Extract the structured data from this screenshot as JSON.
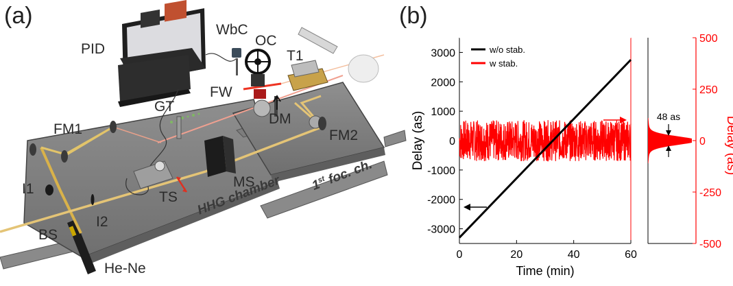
{
  "panel_a": {
    "letter": "(a)",
    "labels": {
      "pid": "PID",
      "wbc": "WbC",
      "oc": "OC",
      "t1": "T1",
      "fw": "FW",
      "gt": "GT",
      "dm": "DM",
      "fm1": "FM1",
      "fm2": "FM2",
      "ms": "MS",
      "i1": "I1",
      "i2": "I2",
      "ts": "TS",
      "bs": "BS",
      "hene": "He-Ne",
      "hhg": "HHG chamber",
      "foc_pre": "1",
      "foc_sup": "st",
      "foc_post": " foc. ch."
    }
  },
  "panel_b": {
    "letter": "(b)",
    "annotation": "48 as"
  },
  "chart_data": {
    "type": "line",
    "xlabel": "Time (min)",
    "ylabel_left": "Delay (as)",
    "ylabel_right": "Delay (as)",
    "xlim": [
      0,
      60
    ],
    "xticks": [
      "0",
      "20",
      "40",
      "60"
    ],
    "ylim_left": [
      -3500,
      3500
    ],
    "yticks_left": [
      "3000",
      "2000",
      "1000",
      "0",
      "-1000",
      "-2000",
      "-3000"
    ],
    "ylim_right": [
      -500,
      500
    ],
    "yticks_right": [
      "500",
      "250",
      "0",
      "-250",
      "-500"
    ],
    "legend_position": "top-left",
    "colors": {
      "unstabilized": "#000000",
      "stabilized": "#ff0000"
    },
    "series": [
      {
        "name": "w/o stab.",
        "axis": "left",
        "x": [
          0,
          60
        ],
        "y": [
          -3300,
          2750
        ]
      },
      {
        "name": "w stab.",
        "axis": "right",
        "mean": 0,
        "noise_halfwidth": 100
      }
    ],
    "histogram": {
      "center": 0,
      "fwhm_as": 48
    }
  }
}
